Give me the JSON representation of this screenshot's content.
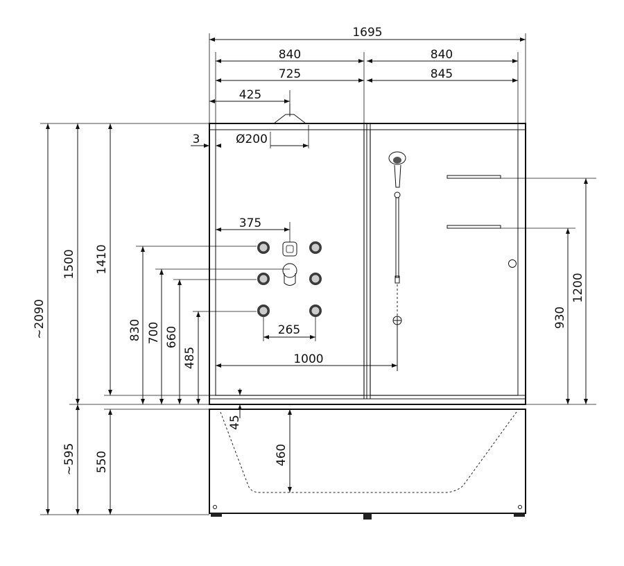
{
  "dimensions": {
    "total_width": "1695",
    "left_panel_width": "840",
    "right_panel_width": "840",
    "left_inner_width": "725",
    "right_inner_width": "845",
    "head_shower_offset": "425",
    "frame_gap": "3",
    "head_shower_diameter": "Ø200",
    "jets_offset": "375",
    "jets_spacing": "265",
    "hand_shower_offset": "1000",
    "total_height": "~2090",
    "cabin_height": "1500",
    "rain_shower_height": "1410",
    "jet_top_height": "830",
    "mixer_height": "700",
    "jet_mid_height": "660",
    "jet_low_height": "485",
    "shelf_high_height": "1200",
    "shelf_low_height": "930",
    "tray_height": "~595",
    "tub_height": "550",
    "tub_depth": "460",
    "rim_offset": "45"
  },
  "colors": {
    "line": "#111111",
    "jet_fill": "#3a3a3a"
  },
  "icons": [
    "rain-shower-head-icon",
    "body-jet-icon",
    "mixer-tap-icon",
    "hand-shower-icon",
    "drain-icon",
    "shelf-icon"
  ]
}
